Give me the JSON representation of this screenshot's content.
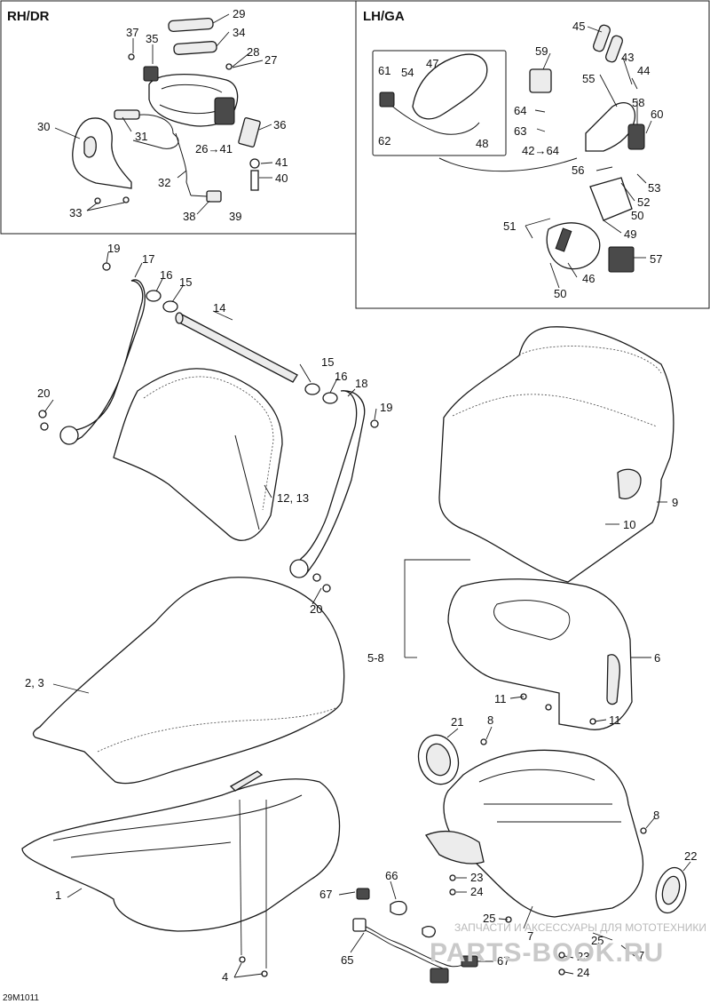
{
  "diagram": {
    "code": "29M1011",
    "sections": {
      "rh": "RH/DR",
      "lh": "LH/GA"
    },
    "callouts": [
      "29",
      "34",
      "37",
      "35",
      "28",
      "27",
      "30",
      "36",
      "31",
      "26→41",
      "41",
      "32",
      "40",
      "33",
      "38",
      "39",
      "45",
      "61",
      "47",
      "54",
      "43",
      "44",
      "59",
      "55",
      "58",
      "60",
      "64",
      "63",
      "42→64",
      "62",
      "48",
      "56",
      "53",
      "52",
      "50",
      "51",
      "49",
      "57",
      "46",
      "50",
      "19",
      "17",
      "16",
      "15",
      "14",
      "20",
      "15",
      "16",
      "18",
      "19",
      "12, 13",
      "20",
      "9",
      "10",
      "5-8",
      "6",
      "11",
      "11",
      "2, 3",
      "21",
      "8",
      "8",
      "1",
      "22",
      "23",
      "24",
      "66",
      "67",
      "25",
      "7",
      "65",
      "67",
      "25",
      "23",
      "7",
      "24",
      "4"
    ],
    "watermark": {
      "line1": "ЗАПЧАСТИ И АКСЕССУАРЫ ДЛЯ МОТОТЕХНИКИ",
      "line2": "PARTS-BOOK.RU"
    }
  }
}
